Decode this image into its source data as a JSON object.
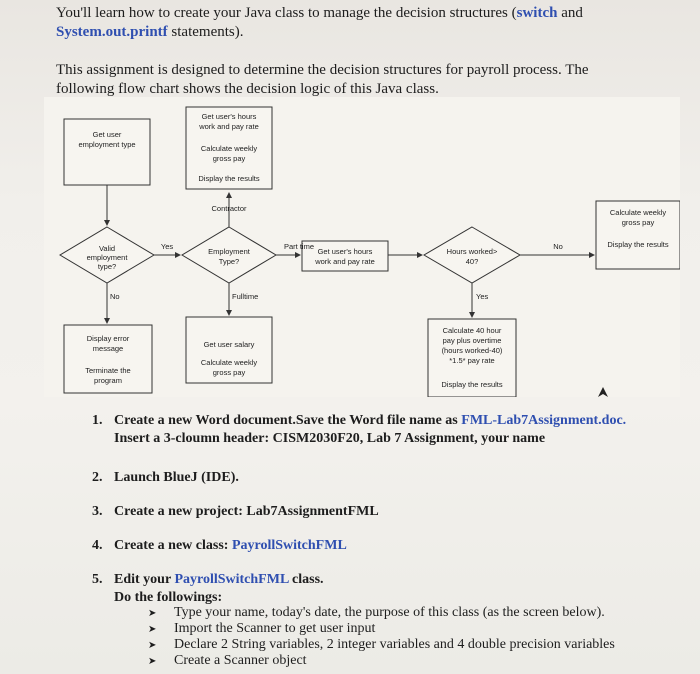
{
  "intro": {
    "line1_pre": "You'll learn how to create your Java class to manage the decision structures (",
    "line1_switch": "switch",
    "line1_and": " and",
    "line2_printf": "System.out.printf",
    "line2_post": " statements)."
  },
  "description": {
    "line1": "This assignment is designed to determine the decision structures for payroll process. The",
    "line2": "following flow chart shows the decision logic of this Java class."
  },
  "flowchart": {
    "get_user_employment_type": [
      "Get user",
      "employment type"
    ],
    "top_box": [
      "Get user's hours",
      "work and pay rate",
      "Calculate weekly",
      "gross pay",
      "Display the results"
    ],
    "contractor": "Contractor",
    "valid_employment_type": [
      "Valid",
      "employment",
      "type?"
    ],
    "yes_label": "Yes",
    "no_label": "No",
    "employment_type": [
      "Employment",
      "Type?"
    ],
    "part_time": "Part time",
    "get_hours_rate": [
      "Get user's hours",
      "work and pay rate"
    ],
    "hours_worked": [
      "Hours worked>",
      "40?"
    ],
    "right_no": "No",
    "right_box": [
      "Calculate weekly",
      "gross pay",
      "Display the results"
    ],
    "left_no": "No",
    "fulltime": "Fulltime",
    "yes_down": "Yes",
    "display_error": [
      "Display error",
      "message"
    ],
    "terminate": [
      "Terminate the",
      "program"
    ],
    "fulltime_box": [
      "Get user salary",
      "Calculate weekly",
      "gross pay"
    ],
    "overtime_box": [
      "Calculate 40 hour",
      "pay plus overtime",
      "(hours worked-40)",
      "*1.5* pay rate",
      "Display the results"
    ]
  },
  "steps": {
    "s1_num": "1.",
    "s1_pre": "Create a new Word document.Save the Word file name as ",
    "s1_file": "FML-Lab7Assignment.doc.",
    "s1_line2": "Insert a 3-cloumn header: CISM2030F20, Lab 7 Assignment, your name",
    "s2_num": "2.",
    "s2": "Launch BlueJ (IDE).",
    "s3_num": "3.",
    "s3": "Create a new project: Lab7AssignmentFML",
    "s4_num": "4.",
    "s4_pre": "Create a new class: ",
    "s4_class": "PayrollSwitchFML",
    "s5_num": "5.",
    "s5_pre": "Edit your ",
    "s5_class": "PayrollSwitchFML",
    "s5_post": " class.",
    "s5_line2": "Do the followings:",
    "bullets": [
      "Type your name, today's date, the purpose of this class (as the screen below).",
      "Import the Scanner to get user input",
      "Declare 2 String variables, 2 integer variables and 4 double precision variables",
      "Create a Scanner object"
    ]
  },
  "colors": {
    "accent": "#2f4fb0"
  },
  "icons": {
    "bullet": "arrow-bullet-icon"
  }
}
